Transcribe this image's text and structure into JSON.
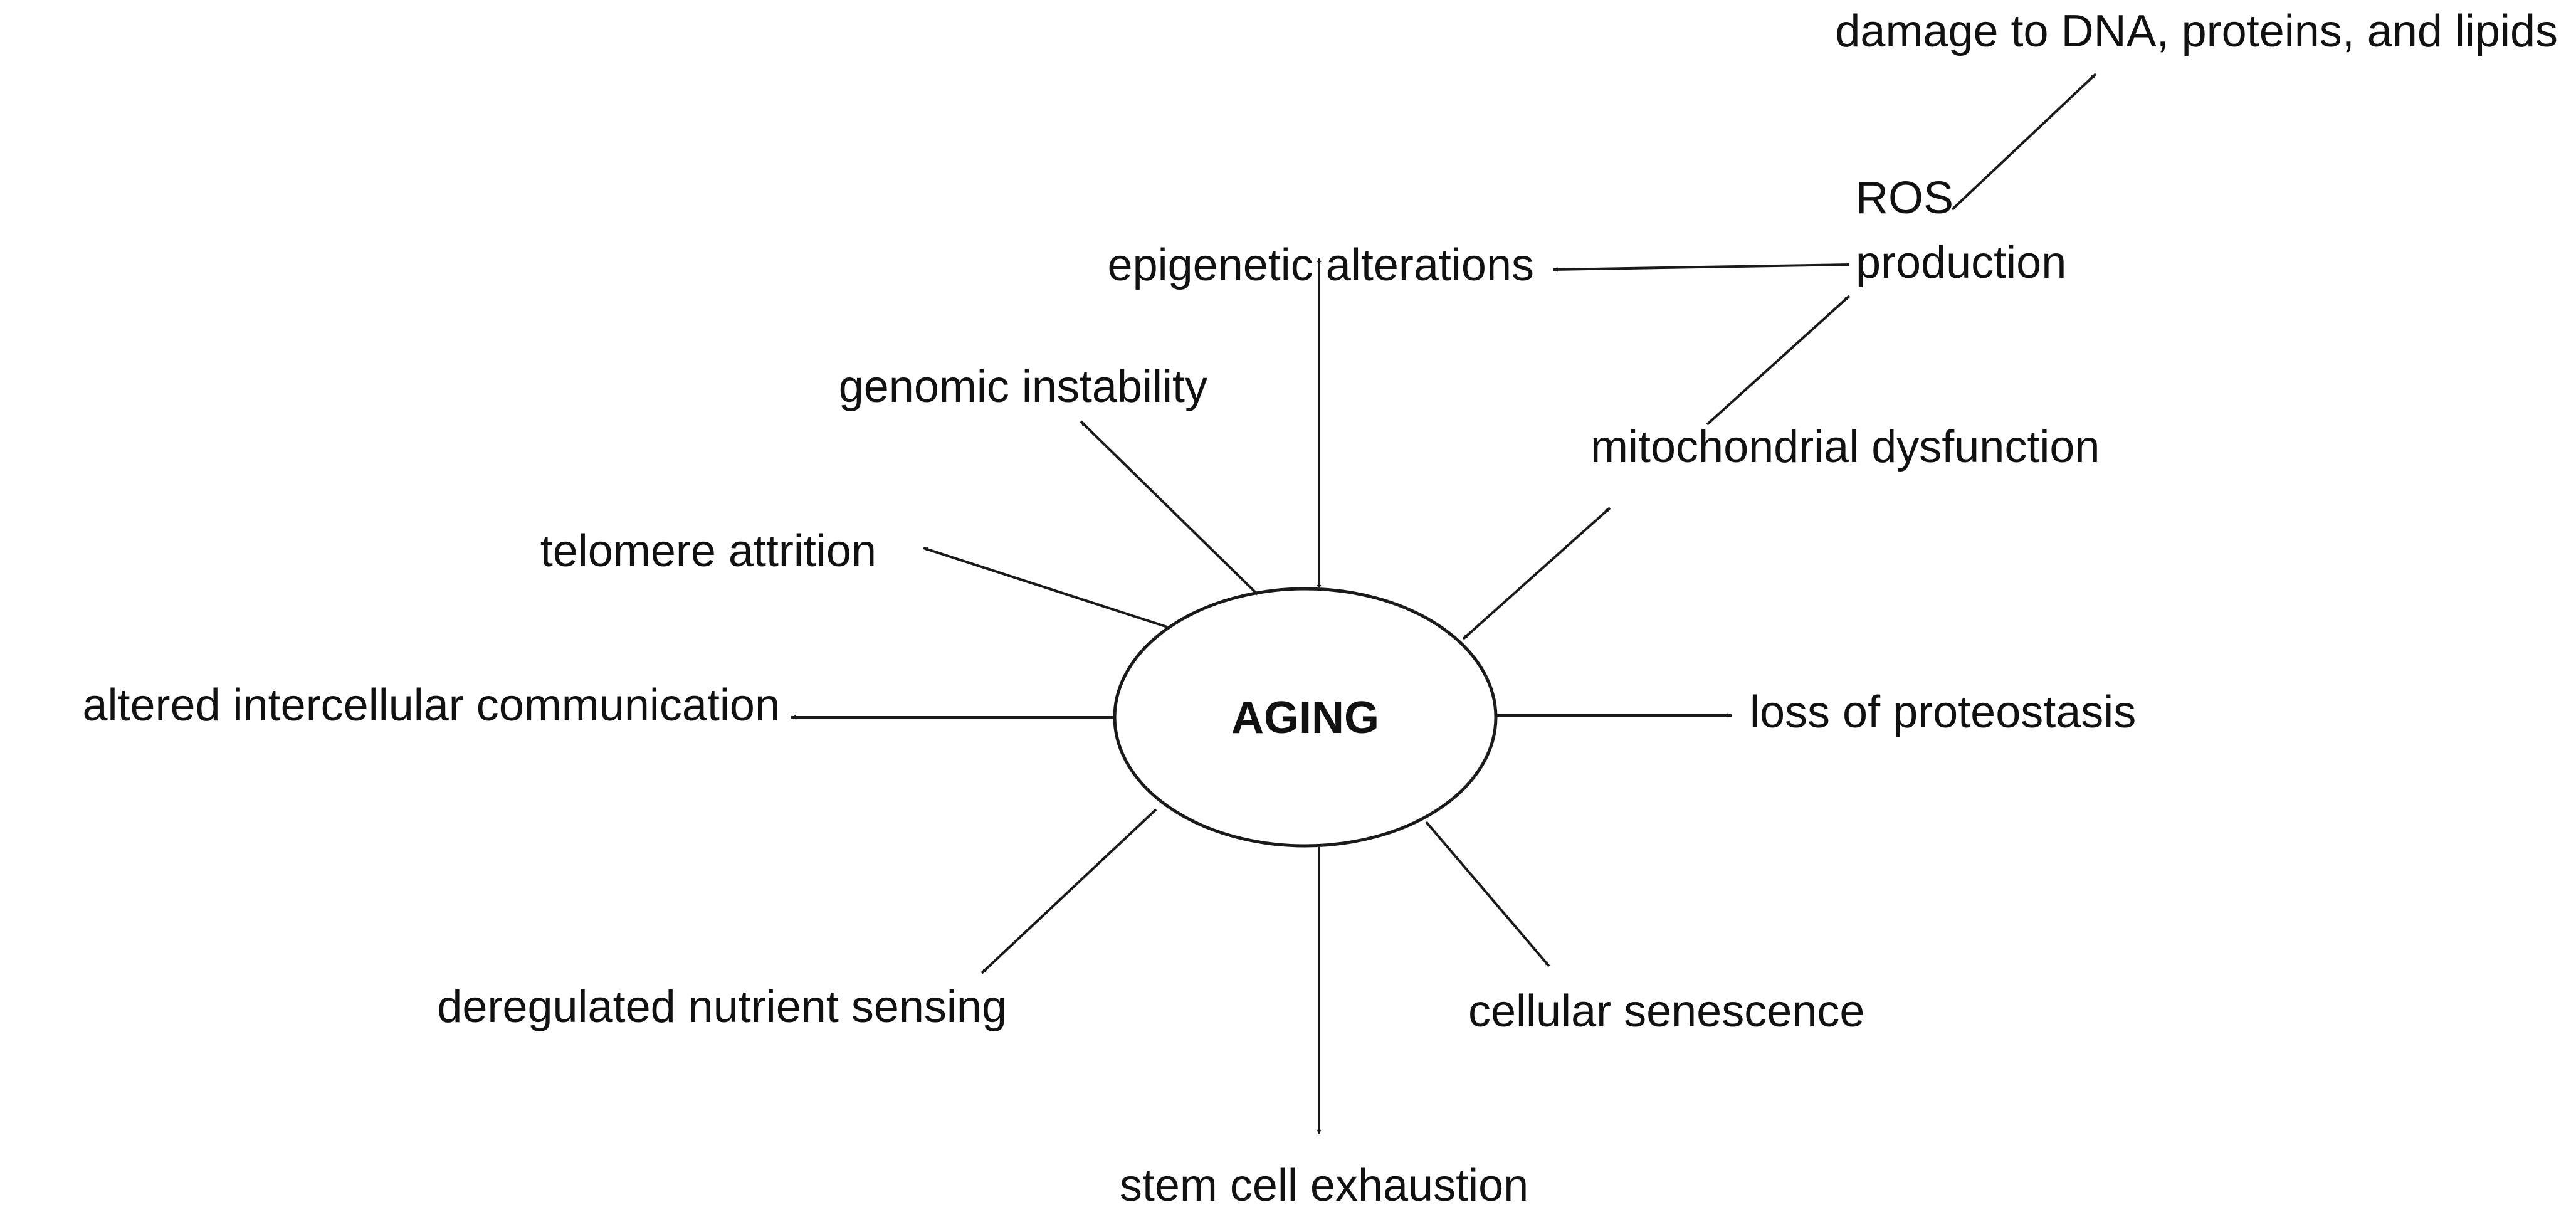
{
  "diagram": {
    "center": "AGING",
    "nodes": {
      "damage": "damage to DNA, proteins, and lipids",
      "ros_line1": "ROS",
      "ros_line2": "production",
      "epigenetic": "epigenetic alterations",
      "genomic": "genomic instability",
      "mitochondrial": "mitochondrial dysfunction",
      "telomere": "telomere attrition",
      "intercellular": "altered intercellular communication",
      "proteostasis": "loss of proteostasis",
      "nutrient": "deregulated nutrient sensing",
      "senescence": "cellular senescence",
      "stem_cell": "stem cell exhaustion"
    },
    "edges": [
      {
        "from": "AGING",
        "to": "epigenetic alterations",
        "direction": "both"
      },
      {
        "from": "AGING",
        "to": "genomic instability",
        "direction": "forward"
      },
      {
        "from": "AGING",
        "to": "telomere attrition",
        "direction": "forward"
      },
      {
        "from": "AGING",
        "to": "altered intercellular communication",
        "direction": "forward"
      },
      {
        "from": "AGING",
        "to": "mitochondrial dysfunction",
        "direction": "both"
      },
      {
        "from": "AGING",
        "to": "loss of proteostasis",
        "direction": "forward"
      },
      {
        "from": "AGING",
        "to": "deregulated nutrient sensing",
        "direction": "forward"
      },
      {
        "from": "AGING",
        "to": "cellular senescence",
        "direction": "forward"
      },
      {
        "from": "AGING",
        "to": "stem cell exhaustion",
        "direction": "forward"
      },
      {
        "from": "mitochondrial dysfunction",
        "to": "ROS production",
        "direction": "forward"
      },
      {
        "from": "ROS production",
        "to": "epigenetic alterations",
        "direction": "forward"
      },
      {
        "from": "ROS production",
        "to": "damage to DNA, proteins, and lipids",
        "direction": "forward"
      }
    ],
    "line_color": "#1a1a1a",
    "text_color": "#111111"
  }
}
